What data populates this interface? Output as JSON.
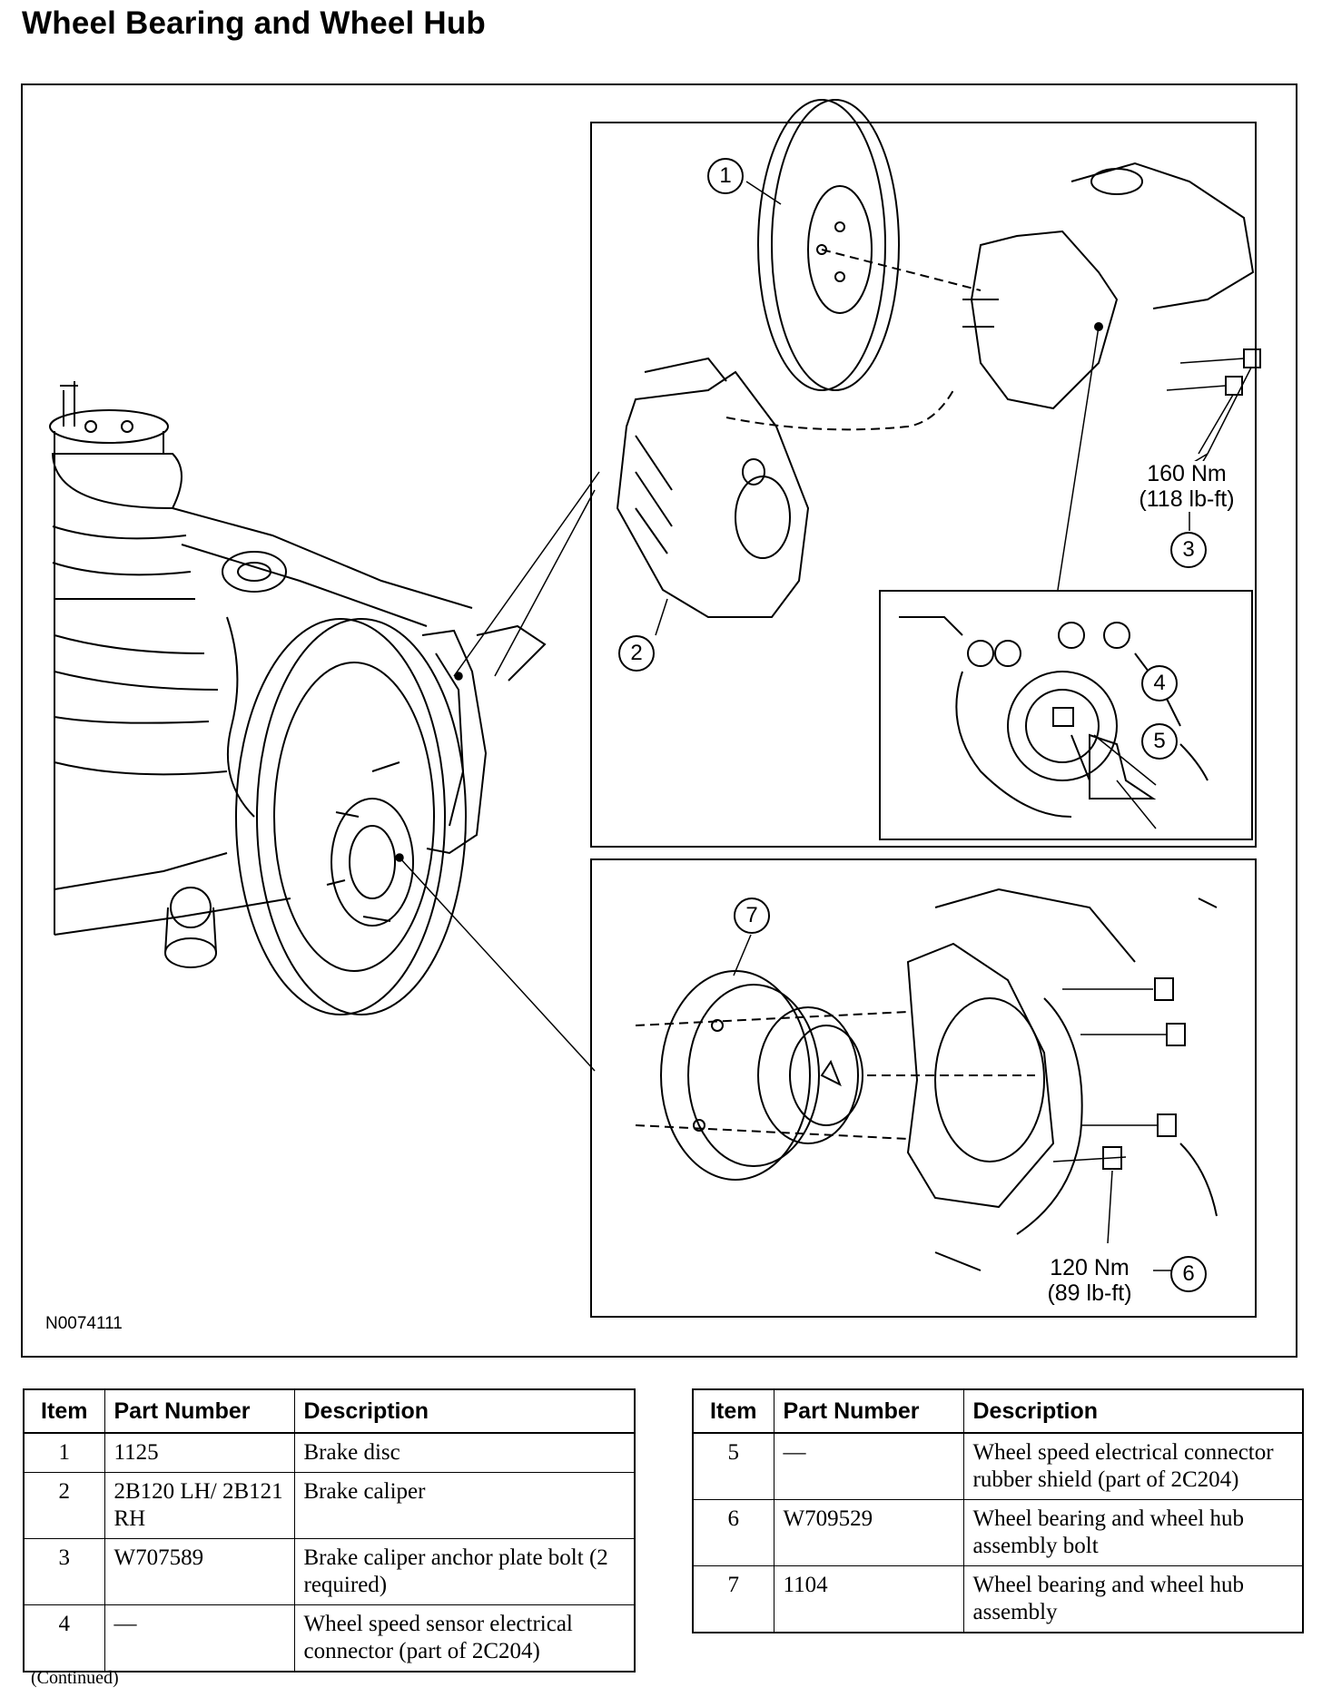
{
  "title": "Wheel Bearing and Wheel Hub",
  "figure": {
    "id": "N0074111",
    "callouts": [
      "1",
      "2",
      "3",
      "4",
      "5",
      "6",
      "7"
    ],
    "torque_top": {
      "line1": "160 Nm",
      "line2": "(118 lb-ft)"
    },
    "torque_bottom": {
      "line1": "120 Nm",
      "line2": "(89 lb-ft)"
    }
  },
  "table_headers": {
    "item": "Item",
    "part_number": "Part Number",
    "description": "Description"
  },
  "parts_left": [
    {
      "item": "1",
      "part_number": "1125",
      "description": "Brake disc"
    },
    {
      "item": "2",
      "part_number": "2B120 LH/ 2B121 RH",
      "description": "Brake caliper"
    },
    {
      "item": "3",
      "part_number": "W707589",
      "description": "Brake caliper anchor plate bolt (2 required)"
    },
    {
      "item": "4",
      "part_number": "—",
      "description": "Wheel speed sensor electrical connector (part of 2C204)"
    }
  ],
  "parts_right": [
    {
      "item": "5",
      "part_number": "—",
      "description": "Wheel speed electrical connector rubber shield (part of 2C204)"
    },
    {
      "item": "6",
      "part_number": "W709529",
      "description": "Wheel bearing and wheel hub assembly bolt"
    },
    {
      "item": "7",
      "part_number": "1104",
      "description": "Wheel bearing and wheel hub assembly"
    }
  ],
  "footer": "(Continued)"
}
